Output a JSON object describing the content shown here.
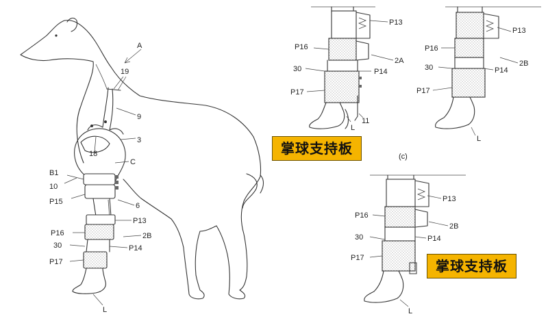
{
  "main_figure": {
    "labels": {
      "a": "A",
      "n19": "19",
      "n9": "9",
      "n18": "18",
      "n3": "3",
      "c": "C",
      "b1": "B1",
      "n10": "10",
      "p15": "P15",
      "n6": "6",
      "p13": "P13",
      "p16": "P16",
      "b2": "2B",
      "n30": "30",
      "p14": "P14",
      "p17": "P17",
      "l": "L"
    }
  },
  "figure_a": {
    "labels": {
      "p13": "P13",
      "p16": "P16",
      "a2": "2A",
      "n30": "30",
      "p14": "P14",
      "p17": "P17",
      "n11": "11",
      "l": "L"
    }
  },
  "figure_b": {
    "labels": {
      "p13": "P13",
      "p16": "P16",
      "b2": "2B",
      "n30": "30",
      "p14": "P14",
      "p17": "P17",
      "l": "L"
    }
  },
  "figure_c": {
    "caption": "(c)",
    "labels": {
      "p13": "P13",
      "p16": "P16",
      "b2": "2B",
      "n30": "30",
      "p14": "P14",
      "p17": "P17",
      "l": "L"
    }
  },
  "callouts": {
    "top": "掌球支持板",
    "bottom": "掌球支持板"
  },
  "colors": {
    "callout_fill": "#f5b400",
    "line": "#333333"
  }
}
